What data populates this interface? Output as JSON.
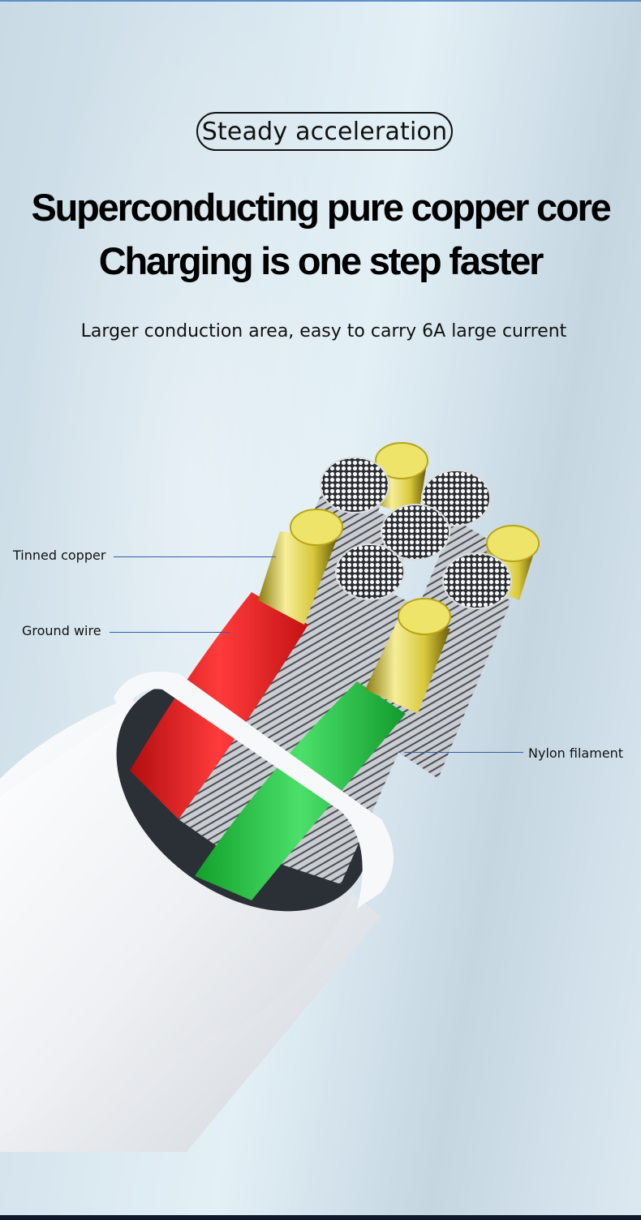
{
  "badge": {
    "label": "Steady acceleration"
  },
  "headline": {
    "line1": "Superconducting pure copper core",
    "line2": "Charging is one step faster"
  },
  "subheadline": "Larger conduction area, easy to carry 6A large current",
  "callouts": [
    {
      "label": "Tinned copper"
    },
    {
      "label": "Ground wire"
    },
    {
      "label": "Nylon filament"
    }
  ],
  "colors": {
    "leader_line": "#2f5fb0",
    "ground_wire_red": "#e0191c",
    "nylon_green": "#1fbf3a",
    "copper_gold": "#e8dd5a",
    "jacket_white": "#f2f3f5"
  }
}
